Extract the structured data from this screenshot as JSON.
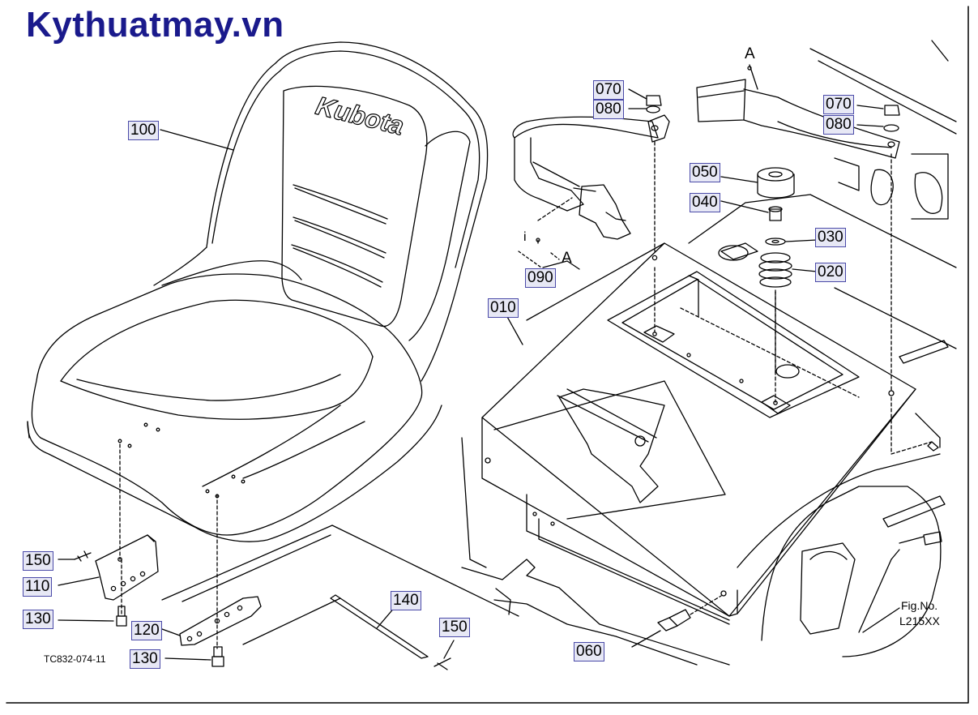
{
  "watermark": "Kythuatmay.vn",
  "brand_on_seat": "Kubota",
  "drawing_code": "TC832-074-11",
  "figure": {
    "line1": "Fig.No.",
    "line2": "L215XX"
  },
  "letters": {
    "a_top": "A",
    "a_bottom": "A",
    "i": "i"
  },
  "parts": {
    "p100": "100",
    "p070_a": "070",
    "p080_a": "080",
    "p090": "090",
    "p070_b": "070",
    "p080_b": "080",
    "p050": "050",
    "p040": "040",
    "p030": "030",
    "p020": "020",
    "p010": "010",
    "p150_a": "150",
    "p110": "110",
    "p130_a": "130",
    "p120": "120",
    "p130_b": "130",
    "p140": "140",
    "p150_b": "150",
    "p060": "060"
  }
}
